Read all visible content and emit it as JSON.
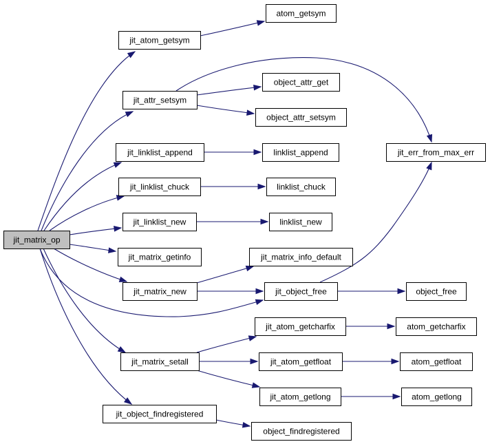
{
  "diagram": {
    "root": "jit_matrix_op",
    "colors": {
      "edge": "#191970",
      "node_fill": "#ffffff",
      "root_fill": "#bfbfbf",
      "border": "#000000"
    },
    "nodes": [
      {
        "id": "jit_matrix_op",
        "label": "jit_matrix_op"
      },
      {
        "id": "jit_atom_getsym",
        "label": "jit_atom_getsym"
      },
      {
        "id": "atom_getsym",
        "label": "atom_getsym"
      },
      {
        "id": "jit_attr_setsym",
        "label": "jit_attr_setsym"
      },
      {
        "id": "object_attr_get",
        "label": "object_attr_get"
      },
      {
        "id": "object_attr_setsym",
        "label": "object_attr_setsym"
      },
      {
        "id": "jit_err_from_max_err",
        "label": "jit_err_from_max_err"
      },
      {
        "id": "jit_linklist_append",
        "label": "jit_linklist_append"
      },
      {
        "id": "linklist_append",
        "label": "linklist_append"
      },
      {
        "id": "jit_linklist_chuck",
        "label": "jit_linklist_chuck"
      },
      {
        "id": "linklist_chuck",
        "label": "linklist_chuck"
      },
      {
        "id": "jit_linklist_new",
        "label": "jit_linklist_new"
      },
      {
        "id": "linklist_new",
        "label": "linklist_new"
      },
      {
        "id": "jit_matrix_getinfo",
        "label": "jit_matrix_getinfo"
      },
      {
        "id": "jit_matrix_info_default",
        "label": "jit_matrix_info_default"
      },
      {
        "id": "jit_matrix_new",
        "label": "jit_matrix_new"
      },
      {
        "id": "jit_object_free",
        "label": "jit_object_free"
      },
      {
        "id": "object_free",
        "label": "object_free"
      },
      {
        "id": "jit_atom_getcharfix",
        "label": "jit_atom_getcharfix"
      },
      {
        "id": "atom_getcharfix",
        "label": "atom_getcharfix"
      },
      {
        "id": "jit_matrix_setall",
        "label": "jit_matrix_setall"
      },
      {
        "id": "jit_atom_getfloat",
        "label": "jit_atom_getfloat"
      },
      {
        "id": "atom_getfloat",
        "label": "atom_getfloat"
      },
      {
        "id": "jit_atom_getlong",
        "label": "jit_atom_getlong"
      },
      {
        "id": "atom_getlong",
        "label": "atom_getlong"
      },
      {
        "id": "jit_object_findregistered",
        "label": "jit_object_findregistered"
      },
      {
        "id": "object_findregistered",
        "label": "object_findregistered"
      }
    ],
    "edges": [
      {
        "from": "jit_matrix_op",
        "to": "jit_atom_getsym"
      },
      {
        "from": "jit_matrix_op",
        "to": "jit_attr_setsym"
      },
      {
        "from": "jit_matrix_op",
        "to": "jit_linklist_append"
      },
      {
        "from": "jit_matrix_op",
        "to": "jit_linklist_chuck"
      },
      {
        "from": "jit_matrix_op",
        "to": "jit_linklist_new"
      },
      {
        "from": "jit_matrix_op",
        "to": "jit_matrix_getinfo"
      },
      {
        "from": "jit_matrix_op",
        "to": "jit_matrix_new"
      },
      {
        "from": "jit_matrix_op",
        "to": "jit_object_free"
      },
      {
        "from": "jit_matrix_op",
        "to": "jit_matrix_setall"
      },
      {
        "from": "jit_matrix_op",
        "to": "jit_object_findregistered"
      },
      {
        "from": "jit_atom_getsym",
        "to": "atom_getsym"
      },
      {
        "from": "jit_attr_setsym",
        "to": "object_attr_get"
      },
      {
        "from": "jit_attr_setsym",
        "to": "object_attr_setsym"
      },
      {
        "from": "jit_attr_setsym",
        "to": "jit_err_from_max_err"
      },
      {
        "from": "jit_linklist_append",
        "to": "linklist_append"
      },
      {
        "from": "jit_linklist_chuck",
        "to": "linklist_chuck"
      },
      {
        "from": "jit_linklist_new",
        "to": "linklist_new"
      },
      {
        "from": "jit_matrix_new",
        "to": "jit_matrix_info_default"
      },
      {
        "from": "jit_matrix_new",
        "to": "jit_object_free"
      },
      {
        "from": "jit_object_free",
        "to": "jit_err_from_max_err"
      },
      {
        "from": "jit_object_free",
        "to": "object_free"
      },
      {
        "from": "jit_matrix_setall",
        "to": "jit_atom_getcharfix"
      },
      {
        "from": "jit_matrix_setall",
        "to": "jit_atom_getfloat"
      },
      {
        "from": "jit_matrix_setall",
        "to": "jit_atom_getlong"
      },
      {
        "from": "jit_atom_getcharfix",
        "to": "atom_getcharfix"
      },
      {
        "from": "jit_atom_getfloat",
        "to": "atom_getfloat"
      },
      {
        "from": "jit_atom_getlong",
        "to": "atom_getlong"
      },
      {
        "from": "jit_object_findregistered",
        "to": "object_findregistered"
      }
    ]
  }
}
